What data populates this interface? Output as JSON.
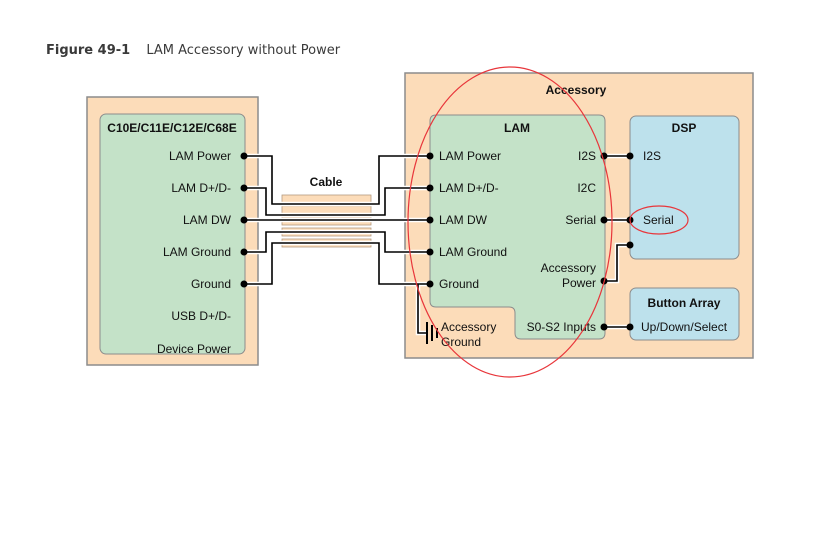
{
  "caption": {
    "figure_number": "Figure 49-1",
    "title": "LAM Accessory without Power"
  },
  "device": {
    "title": "C10E/C11E/C12E/C68E",
    "pins": [
      "LAM Power",
      "LAM D+/D-",
      "LAM DW",
      "LAM Ground",
      "Ground",
      "USB D+/D-",
      "Device Power"
    ]
  },
  "cable": {
    "label": "Cable",
    "strand_count": 5
  },
  "accessory": {
    "title": "Accessory",
    "lam": {
      "title": "LAM",
      "left_pins": [
        "LAM Power",
        "LAM D+/D-",
        "LAM DW",
        "LAM Ground",
        "Ground"
      ],
      "right_pins": [
        "I2S",
        "I2C",
        "Serial",
        "Accessory",
        "Power",
        "S0-S2 Inputs"
      ]
    },
    "dsp": {
      "title": "DSP",
      "pins": [
        "I2S",
        "Serial"
      ]
    },
    "button_array": {
      "title": "Button Array",
      "pins": [
        "Up/Down/Select"
      ]
    },
    "ground_label": [
      "Accessory",
      "Ground"
    ]
  },
  "colors": {
    "outer_box": "#fcdcb9",
    "inner_green": "#c4e2c8",
    "inner_blue": "#bde1ec",
    "border": "#8c8c8c",
    "wire": "#000000",
    "annotation_red": "#e8363b"
  }
}
